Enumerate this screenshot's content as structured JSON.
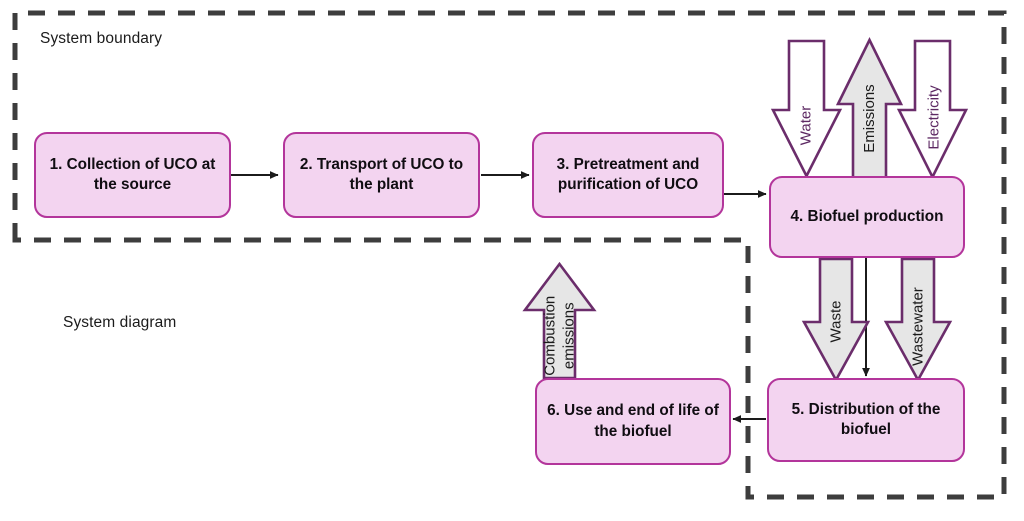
{
  "diagram": {
    "title_labels": [
      {
        "id": "system-boundary",
        "text": "System boundary"
      },
      {
        "id": "system-diagram",
        "text": "System diagram"
      }
    ],
    "colors": {
      "box_fill": "#f3d4f0",
      "box_border": "#b3359b",
      "arrow_gray_fill": "#e6e6e6",
      "arrow_white_fill": "#ffffff",
      "arrow_stroke": "#6b2d6b",
      "boundary_stroke": "#3d3d3d",
      "connector_stroke": "#1b1b1b",
      "text_dark": "#1b1b1b",
      "text_purple": "#5d2963"
    },
    "process_boxes": [
      {
        "id": "box-1",
        "label": "1. Collection of UCO at the source"
      },
      {
        "id": "box-2",
        "label": "2. Transport of UCO to the plant"
      },
      {
        "id": "box-3",
        "label": "3. Pretreatment and purification of UCO"
      },
      {
        "id": "box-4",
        "label": "4. Biofuel production"
      },
      {
        "id": "box-5",
        "label": "5. Distribution of the biofuel"
      },
      {
        "id": "box-6",
        "label": "6. Use and end of life of the biofuel"
      }
    ],
    "flow_arrows": [
      {
        "id": "water-arrow",
        "label": "Water",
        "direction": "down",
        "kind": "input",
        "fill": "white"
      },
      {
        "id": "emissions-arrow",
        "label": "Emissions",
        "direction": "up",
        "kind": "output",
        "fill": "gray"
      },
      {
        "id": "electricity-arrow",
        "label": "Electricity",
        "direction": "down",
        "kind": "input",
        "fill": "white"
      },
      {
        "id": "waste-arrow",
        "label": "Waste",
        "direction": "down",
        "kind": "output",
        "fill": "gray"
      },
      {
        "id": "wastewater-arrow",
        "label": "Wastewater",
        "direction": "down",
        "kind": "output",
        "fill": "gray"
      },
      {
        "id": "combustion-emissions-arrow",
        "label": "Combustion emissions",
        "label_line_1": "Combustion",
        "label_line_2": "emissions",
        "direction": "up",
        "kind": "output",
        "fill": "gray"
      }
    ],
    "connectors": [
      {
        "id": "connector-1-2",
        "from": "box-1",
        "to": "box-2"
      },
      {
        "id": "connector-2-3",
        "from": "box-2",
        "to": "box-3"
      },
      {
        "id": "connector-3-4",
        "from": "box-3",
        "to": "box-4"
      },
      {
        "id": "connector-4-5",
        "from": "box-4",
        "to": "box-5"
      },
      {
        "id": "connector-5-6",
        "from": "box-5",
        "to": "box-6"
      }
    ]
  }
}
